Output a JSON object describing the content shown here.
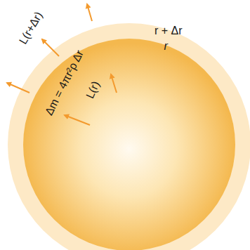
{
  "diagram": {
    "labels": [
      "L(r+Δr)",
      "r + Δr",
      "r",
      "Δm = 4πr²ρ Δr",
      "L(r)"
    ]
  }
}
